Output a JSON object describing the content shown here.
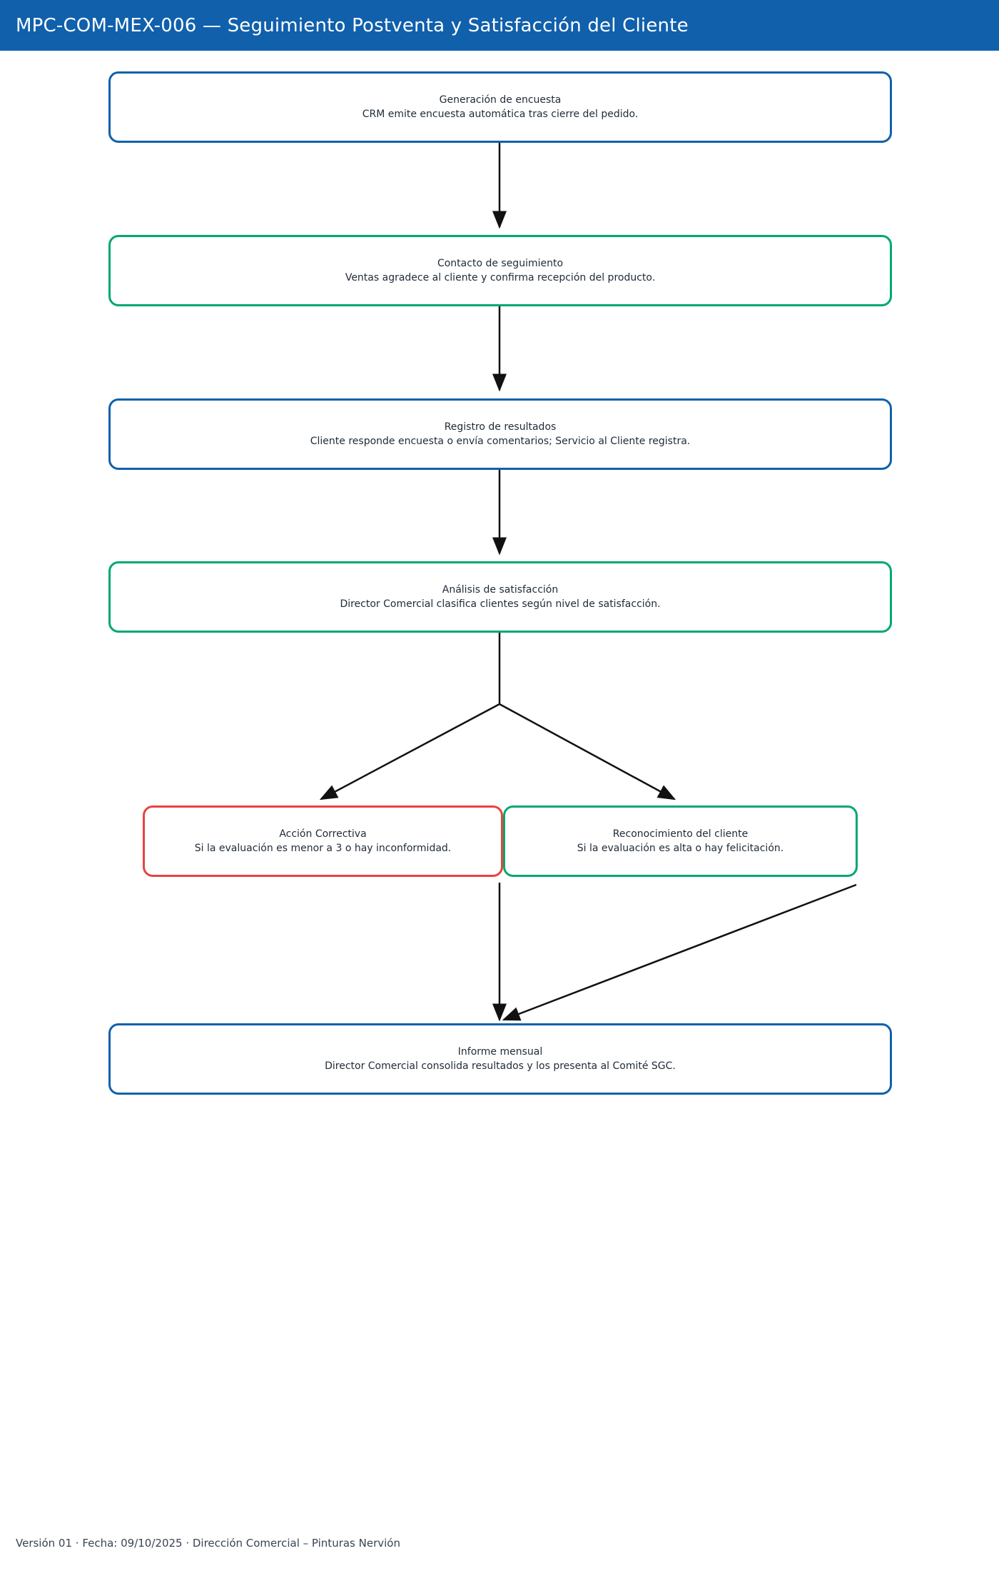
{
  "header": {
    "title": "MPC-COM-MEX-006 — Seguimiento Postventa y Satisfacción del Cliente",
    "background_color": "#1060ac",
    "text_color": "#ffffff"
  },
  "palette": {
    "blue": "#1060ac",
    "green": "#00a870",
    "red": "#e8433f",
    "arrow": "#111111",
    "text": "#1f2a37",
    "page_background": "#ffffff"
  },
  "flow": {
    "nodes": [
      {
        "id": "generacion-de-encuesta",
        "title": "Generación de encuesta",
        "desc": "CRM emite encuesta automática tras cierre del pedido.",
        "color": "blue"
      },
      {
        "id": "contacto-de-seguimiento",
        "title": "Contacto de seguimiento",
        "desc": "Ventas agradece al cliente y confirma recepción del producto.",
        "color": "green"
      },
      {
        "id": "registro-de-resultados",
        "title": "Registro de resultados",
        "desc": "Cliente responde encuesta o envía comentarios; Servicio al Cliente registra.",
        "color": "blue"
      },
      {
        "id": "analisis-de-satisfaccion",
        "title": "Análisis de satisfacción",
        "desc": "Director Comercial clasifica clientes según nivel de satisfacción.",
        "color": "green"
      },
      {
        "id": "accion-correctiva",
        "title": "Acción Correctiva",
        "desc": "Si la evaluación es menor a 3 o hay inconformidad.",
        "color": "red"
      },
      {
        "id": "reconocimiento-del-cliente",
        "title": "Reconocimiento del cliente",
        "desc": "Si la evaluación es alta o hay felicitación.",
        "color": "green"
      },
      {
        "id": "informe-mensual",
        "title": "Informe mensual",
        "desc": "Director Comercial consolida resultados y los presenta al Comité SGC.",
        "color": "blue"
      }
    ],
    "edges": [
      {
        "from": "generacion-de-encuesta",
        "to": "contacto-de-seguimiento"
      },
      {
        "from": "contacto-de-seguimiento",
        "to": "registro-de-resultados"
      },
      {
        "from": "registro-de-resultados",
        "to": "analisis-de-satisfaccion"
      },
      {
        "from": "analisis-de-satisfaccion",
        "to": "accion-correctiva"
      },
      {
        "from": "analisis-de-satisfaccion",
        "to": "reconocimiento-del-cliente"
      },
      {
        "from": "accion-correctiva",
        "to": "informe-mensual"
      },
      {
        "from": "reconocimiento-del-cliente",
        "to": "informe-mensual"
      }
    ]
  },
  "footer": {
    "note": "Versión 01 · Fecha: 09/10/2025 · Dirección Comercial – Pinturas Nervión"
  }
}
